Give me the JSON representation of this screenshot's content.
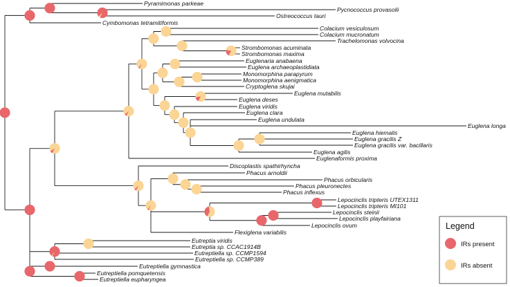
{
  "colors": {
    "present": "#e8676b",
    "absent": "#fbd596",
    "line": "#1a1a1a"
  },
  "taxa": [
    {
      "id": "pyr",
      "label": "Pyramimonas parkeae"
    },
    {
      "id": "pyc",
      "label": "Pycnococcus provasolii"
    },
    {
      "id": "ost",
      "label": "Ostreococcus tauri"
    },
    {
      "id": "cym",
      "label": "Cymbomonas tetramitiformis"
    },
    {
      "id": "colv",
      "label": "Colacium vesiculosum"
    },
    {
      "id": "colm",
      "label": "Colacium mucronatum"
    },
    {
      "id": "trac",
      "label": "Trachelomonas volvocina"
    },
    {
      "id": "stra",
      "label": "Strombomonas acuminata"
    },
    {
      "id": "strm",
      "label": "Strombomonas maxima"
    },
    {
      "id": "eana",
      "label": "Euglenaria anabaena"
    },
    {
      "id": "earc",
      "label": "Euglena archaeoplastidiata"
    },
    {
      "id": "monp",
      "label": "Monomorphina parapyrum"
    },
    {
      "id": "mona",
      "label": "Monomorphina aenigmatica"
    },
    {
      "id": "crys",
      "label": "Cryptoglena skujai"
    },
    {
      "id": "emut",
      "label": "Euglena mutabilis"
    },
    {
      "id": "edes",
      "label": "Euglena deses"
    },
    {
      "id": "evir",
      "label": "Euglena viridis"
    },
    {
      "id": "ecla",
      "label": "Euglena clara"
    },
    {
      "id": "eund",
      "label": "Euglena undulata"
    },
    {
      "id": "elon",
      "label": "Euglena longa"
    },
    {
      "id": "ehie",
      "label": "Euglena hiemalis"
    },
    {
      "id": "egrz",
      "label": "Euglena gracilis Z"
    },
    {
      "id": "egrb",
      "label": "Euglena gracilis var. bacillaris"
    },
    {
      "id": "eagi",
      "label": "Euglena agilis"
    },
    {
      "id": "eprox",
      "label": "Euglenaformis proxima"
    },
    {
      "id": "disc",
      "label": "Discoplastis spathirhyncha"
    },
    {
      "id": "parn",
      "label": "Phacus arnoldii"
    },
    {
      "id": "porb",
      "label": "Phacus orbicularis"
    },
    {
      "id": "pple",
      "label": "Phacus pleuronectes"
    },
    {
      "id": "pinf",
      "label": "Phacus inflexus"
    },
    {
      "id": "ltu",
      "label": "Lepocinclis tripteris UTEX1311"
    },
    {
      "id": "ltm",
      "label": "Lepocinclis tripteris MI101"
    },
    {
      "id": "lste",
      "label": "Lepocinclis steinii"
    },
    {
      "id": "lpla",
      "label": "Lepocinclis playfairiana"
    },
    {
      "id": "lovu",
      "label": "Lepocinclis ovum"
    },
    {
      "id": "flex",
      "label": "Flexiglena variabilis"
    },
    {
      "id": "eptv",
      "label": "Eutreptia viridis"
    },
    {
      "id": "eptc",
      "label": "Eutreptia sp. CCAC1914B"
    },
    {
      "id": "ellc1",
      "label": "Eutreptiella  sp. CCMP1594"
    },
    {
      "id": "ellc3",
      "label": "Eutreptiella sp. CCMP389"
    },
    {
      "id": "ellg",
      "label": "Eutreptiella gymnastica"
    },
    {
      "id": "ellp",
      "label": "Eutreptiella pomquetensis"
    },
    {
      "id": "elle",
      "label": "Eutreptiella eupharyngea"
    }
  ],
  "nodes": [
    {
      "id": "root",
      "ir_present": 1.0
    },
    {
      "id": "prasino_outer",
      "ir_present": 1.0
    },
    {
      "id": "prasino_inner",
      "ir_present": 1.0
    },
    {
      "id": "pyc_ost",
      "ir_present": 0.95
    },
    {
      "id": "euglenids",
      "ir_present": 1.0
    },
    {
      "id": "euglenophyceae",
      "ir_present": 0.08
    },
    {
      "id": "core",
      "ir_present": 0.06
    },
    {
      "id": "euglenaceae",
      "ir_present": 0.04
    },
    {
      "id": "eu_a",
      "ir_present": 0.0
    },
    {
      "id": "eu_b",
      "ir_present": 0.0
    },
    {
      "id": "colacium",
      "ir_present": 0.0
    },
    {
      "id": "trach_strom",
      "ir_present": 0.0
    },
    {
      "id": "strombomonas",
      "ir_present": 0.2
    },
    {
      "id": "euglenaria_monomorphina",
      "ir_present": 0.0
    },
    {
      "id": "euglenaria",
      "ir_present": 0.0
    },
    {
      "id": "mono_crypto",
      "ir_present": 0.0
    },
    {
      "id": "monomorphina",
      "ir_present": 0.0
    },
    {
      "id": "euglena_group",
      "ir_present": 0.0
    },
    {
      "id": "emut_node",
      "ir_present": 0.15
    },
    {
      "id": "euglena_core",
      "ir_present": 0.0
    },
    {
      "id": "euglena_core2",
      "ir_present": 0.0
    },
    {
      "id": "euglena_gracilis_clade",
      "ir_present": 0.0
    },
    {
      "id": "hiemalis_gracilis",
      "ir_present": 0.0
    },
    {
      "id": "gracilis",
      "ir_present": 0.0
    },
    {
      "id": "phacaceae",
      "ir_present": 0.06
    },
    {
      "id": "phacus_lepo",
      "ir_present": 0.04
    },
    {
      "id": "phacus",
      "ir_present": 0.0
    },
    {
      "id": "phacus_a",
      "ir_present": 0.0
    },
    {
      "id": "phacus_b",
      "ir_present": 0.0
    },
    {
      "id": "lepocinclis",
      "ir_present": 0.4
    },
    {
      "id": "lepo_tripteris",
      "ir_present": 1.0
    },
    {
      "id": "lepo_ovum",
      "ir_present": 1.0
    },
    {
      "id": "lepo_stein",
      "ir_present": 1.0
    },
    {
      "id": "eutreptiales",
      "ir_present": 0.97
    },
    {
      "id": "eutreptia",
      "ir_present": 0.0
    },
    {
      "id": "eutreptiella_a",
      "ir_present": 1.0
    },
    {
      "id": "eutreptiella_b",
      "ir_present": 1.0
    },
    {
      "id": "eutreptiella_c",
      "ir_present": 1.0
    }
  ],
  "legend": {
    "title": "Legend",
    "present_label": "IRs present",
    "absent_label": "IRs absent"
  }
}
